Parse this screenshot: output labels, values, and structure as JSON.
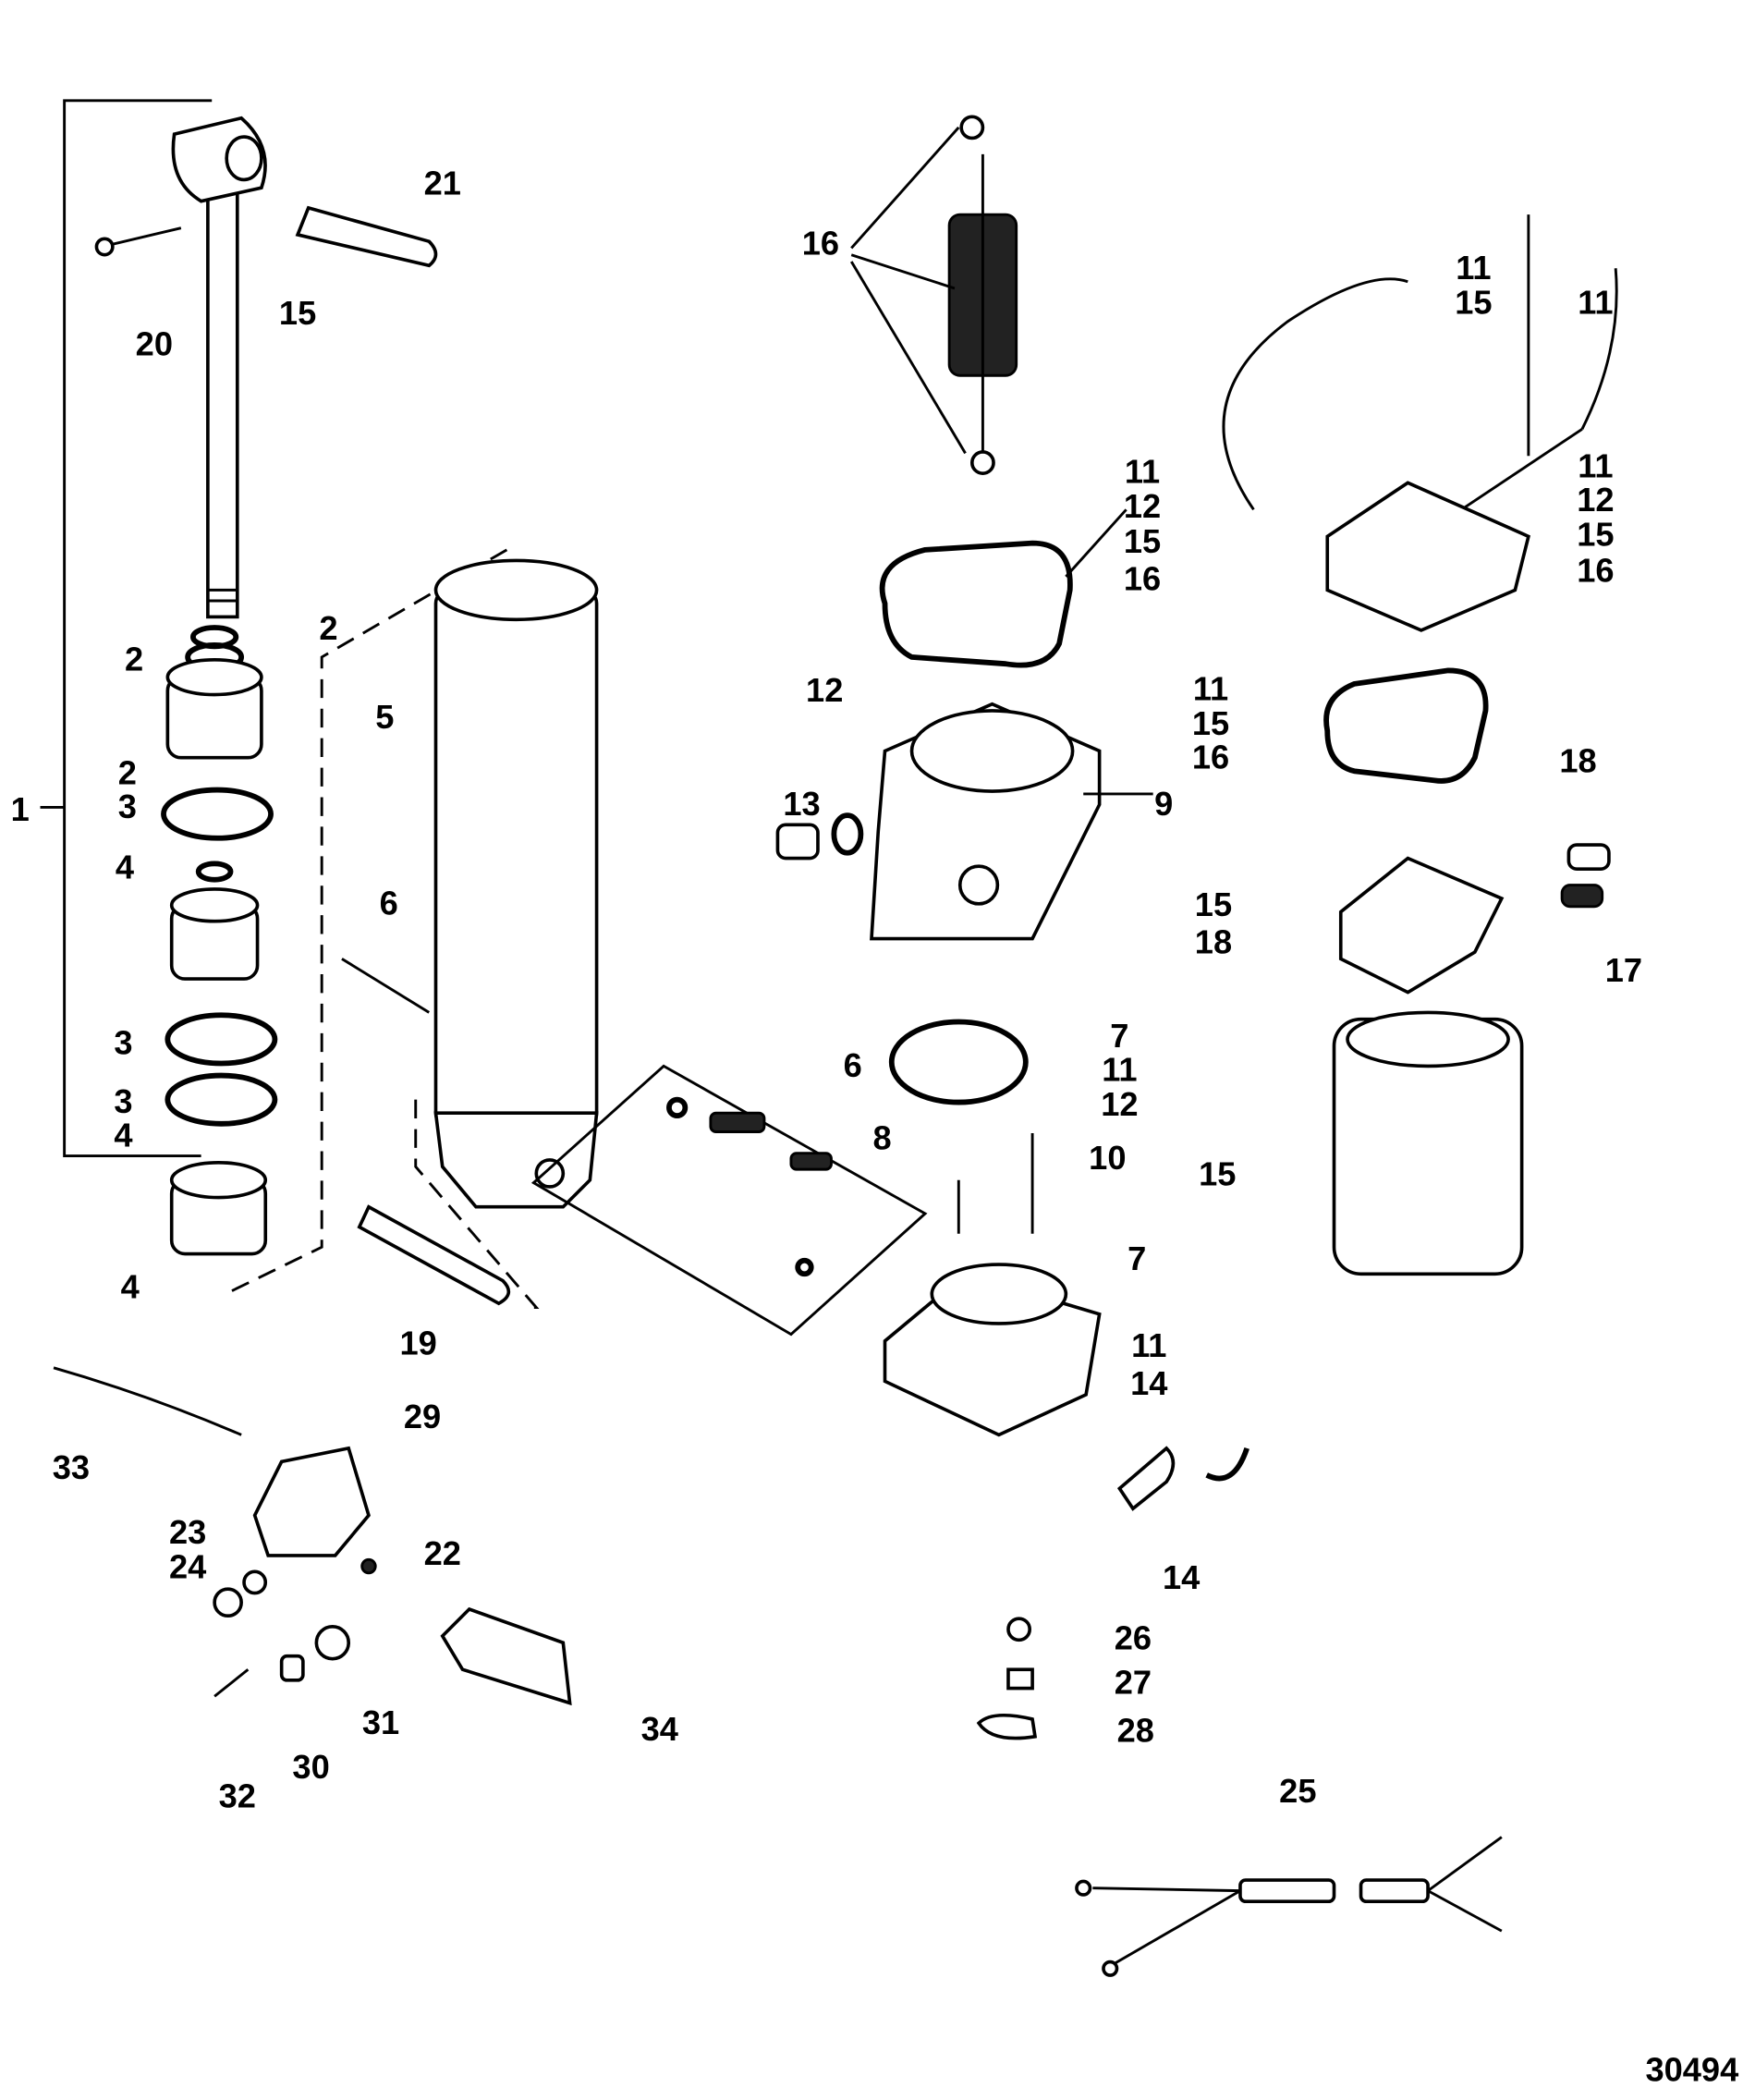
{
  "diagram": {
    "figure_number": "30494",
    "callouts": [
      "21",
      "20",
      "2",
      "2",
      "2",
      "3",
      "1",
      "4",
      "3",
      "3",
      "4",
      "4",
      "5",
      "6",
      "19",
      "16",
      "11",
      "12",
      "15",
      "16",
      "12",
      "13",
      "9",
      "6",
      "7",
      "11",
      "12",
      "8",
      "10",
      "7",
      "11",
      "14",
      "14",
      "15",
      "11",
      "15",
      "11",
      "11",
      "12",
      "15",
      "16",
      "11",
      "15",
      "16",
      "18",
      "15",
      "18",
      "17",
      "15",
      "33",
      "29",
      "23",
      "24",
      "22",
      "31",
      "30",
      "32",
      "34",
      "26",
      "27",
      "28",
      "25"
    ]
  }
}
